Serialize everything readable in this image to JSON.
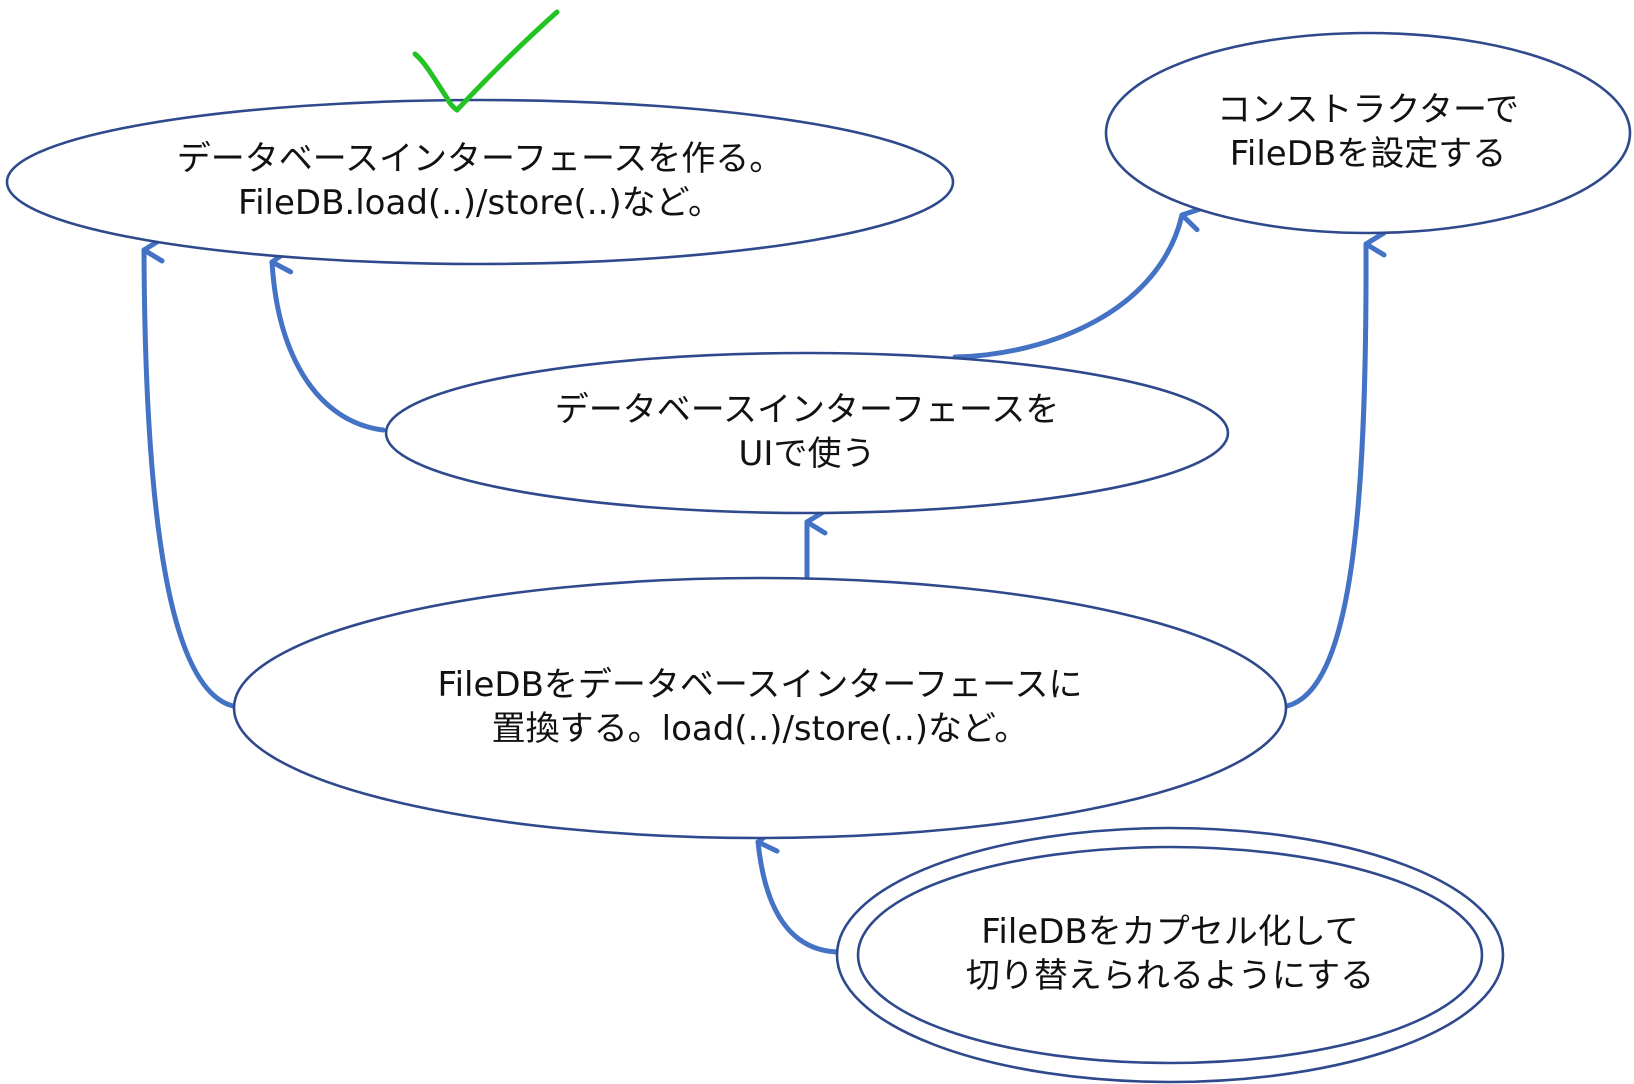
{
  "nodes": {
    "goal": {
      "line1": "データベースインターフェースを作る。",
      "line2": "FileDB.load(..)/store(..)など。"
    },
    "constructor": {
      "line1": "コンストラクターで",
      "line2": "FileDBを設定する"
    },
    "use_ui": {
      "line1": "データベースインターフェースを",
      "line2": "UIで使う"
    },
    "replace": {
      "line1": "FileDBをデータベースインターフェースに",
      "line2": "置換する。load(..)/store(..)など。"
    },
    "encapsulate": {
      "line1": "FileDBをカプセル化して",
      "line2": "切り替えられるようにする"
    }
  },
  "colors": {
    "node_outline": "#2F4A8C",
    "arrow": "#4472C4",
    "check": "#22C322"
  },
  "icons": {
    "done_marker": "check-mark-icon"
  }
}
